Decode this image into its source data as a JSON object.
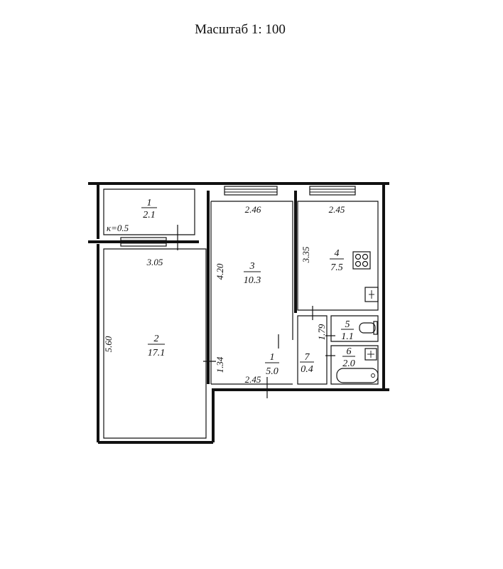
{
  "title": "Масштаб 1: 100",
  "rooms": [
    {
      "number": "1",
      "area": "2.1",
      "note": "к=0.5"
    },
    {
      "number": "2",
      "area": "17.1"
    },
    {
      "number": "3",
      "area": "10.3"
    },
    {
      "number": "4",
      "area": "7.5"
    },
    {
      "number": "1",
      "area": "5.0"
    },
    {
      "number": "5",
      "area": "1.1"
    },
    {
      "number": "6",
      "area": "2.0"
    },
    {
      "number": "7",
      "area": "0.4"
    }
  ],
  "dimensions": {
    "room2_width": "3.05",
    "room2_length": "5.60",
    "room3_width": "2.46",
    "room3_length": "4.20",
    "room4_width": "2.45",
    "room4_length": "3.35",
    "hall_width": "2.45",
    "hall_length": "1.34",
    "corridor_length": "1.79"
  }
}
